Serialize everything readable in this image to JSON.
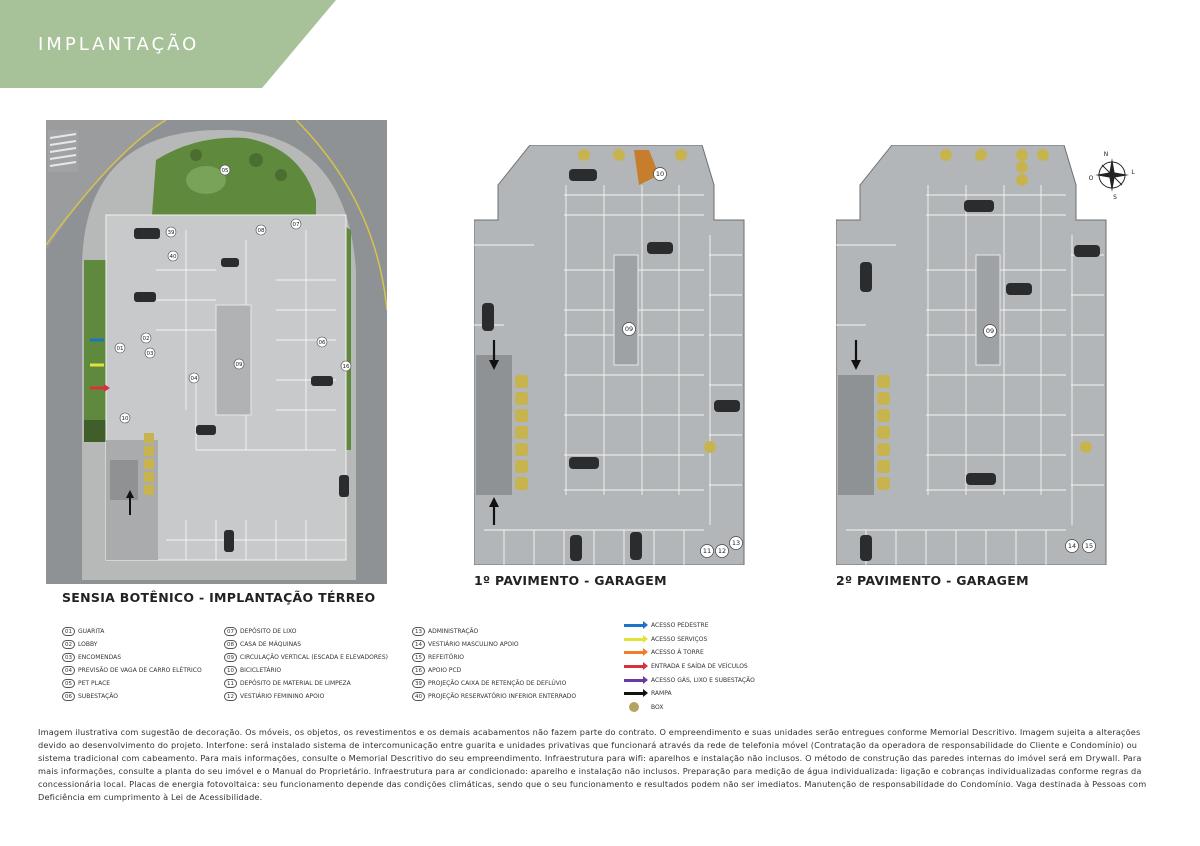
{
  "header": {
    "title": "IMPLANTAÇÃO"
  },
  "plans": {
    "ground": {
      "caption": "SENSIA BOTÊNICO - IMPLANTAÇÃO TÉRREO",
      "labels": [
        "01",
        "02",
        "03",
        "04",
        "05",
        "06",
        "07",
        "08",
        "09",
        "10",
        "16",
        "39",
        "40"
      ]
    },
    "floor1": {
      "caption": "1º PAVIMENTO - GARAGEM",
      "labels": [
        "09",
        "10",
        "11",
        "12",
        "13"
      ]
    },
    "floor2": {
      "caption": "2º PAVIMENTO - GARAGEM",
      "labels": [
        "09",
        "14",
        "15"
      ]
    }
  },
  "compass": {
    "n": "N",
    "s": "S",
    "l": "L",
    "o": "O"
  },
  "legend": {
    "col1": [
      {
        "num": "01",
        "label": "GUARITA"
      },
      {
        "num": "02",
        "label": "LOBBY"
      },
      {
        "num": "03",
        "label": "ENCOMENDAS"
      },
      {
        "num": "04",
        "label": "PREVISÃO DE VAGA DE CARRO ELÉTRICO"
      },
      {
        "num": "05",
        "label": "PET PLACE"
      },
      {
        "num": "06",
        "label": "SUBESTAÇÃO"
      }
    ],
    "col2": [
      {
        "num": "07",
        "label": "DEPÓSITO DE LIXO"
      },
      {
        "num": "08",
        "label": "CASA DE MÁQUINAS"
      },
      {
        "num": "09",
        "label": "CIRCULAÇÃO VERTICAL (ESCADA E ELEVADORES)"
      },
      {
        "num": "10",
        "label": "BICICLETÁRIO"
      },
      {
        "num": "11",
        "label": "DEPÓSITO DE MATERIAL DE LIMPEZA"
      },
      {
        "num": "12",
        "label": "VESTIÁRIO FEMININO APOIO"
      }
    ],
    "col3": [
      {
        "num": "13",
        "label": "ADMINISTRAÇÃO"
      },
      {
        "num": "14",
        "label": "VESTIÁRIO MASCULINO APOIO"
      },
      {
        "num": "15",
        "label": "REFEITÓRIO"
      },
      {
        "num": "16",
        "label": "APOIO PCD"
      },
      {
        "num": "39",
        "label": "PROJEÇÃO CAIXA DE RETENÇÃO DE DEFLÚVIO"
      },
      {
        "num": "40",
        "label": "PROJEÇÃO RESERVATÓRIO INFERIOR ENTERRADO"
      }
    ],
    "arrows": [
      {
        "color": "#1d74c4",
        "label": "ACESSO PEDESTRE"
      },
      {
        "color": "#dfe33a",
        "label": "ACESSO SERVIÇOS"
      },
      {
        "color": "#ef7d2a",
        "label": "ACESSO À TORRE"
      },
      {
        "color": "#d9313a",
        "label": "ENTRADA E SAÍDA DE VEÍCULOS"
      },
      {
        "color": "#6a3aa0",
        "label": "ACESSO GÁS, LIXO E SUBESTAÇÃO"
      },
      {
        "color": "#111111",
        "label": "RAMPA"
      }
    ],
    "box": {
      "label": "BOX",
      "color": "#b5a45f"
    }
  },
  "disclaimer": "Imagem ilustrativa com sugestão de decoração. Os móveis, os objetos, os revestimentos e os demais acabamentos não fazem parte do contrato. O empreendimento e suas unidades serão entregues conforme Memorial Descritivo. Imagem sujeita a alterações devido ao desenvolvimento do projeto. Interfone: será instalado sistema de intercomunicação entre guarita e unidades privativas que funcionará através da rede de telefonia móvel (Contratação da operadora de responsabilidade do Cliente e Condomínio) ou sistema tradicional com cabeamento. Para mais informações, consulte o Memorial Descritivo do seu empreendimento. Infraestrutura para wifi: aparelhos e instalação não inclusos. O método de construção das paredes internas do imóvel será em Drywall. Para mais informações, consulte a planta do seu imóvel e o Manual do Proprietário. Infraestrutura para ar condicionado: aparelho e instalação não inclusos. Preparação para medição de água individualizada: ligação e cobranças individualizadas conforme regras da concessionária local. Placas de energia fotovoltaica: seu funcionamento depende das condições climáticas, sendo que o seu funcionamento e resultados podem não ser imediatos. Manutenção de responsabilidade do Condomínio. Vaga destinada à Pessoas com Deficiência em cumprimento à Lei de Acessibilidade."
}
